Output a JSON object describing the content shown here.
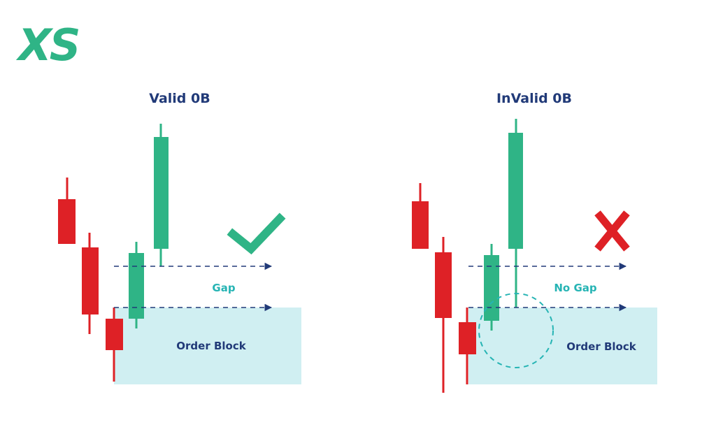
{
  "logo": {
    "text": "XS"
  },
  "colors": {
    "bullish": "#2fb486",
    "bearish": "#de2126",
    "order_block_fill": "#d0eff2",
    "arrow": "#213a78",
    "title": "#213a78",
    "gap_label": "#26b4b4",
    "logo": "#2fb486",
    "check": "#2fb486",
    "cross": "#de2126",
    "circle": "#26b4b4"
  },
  "panels": [
    {
      "title": "Valid 0B",
      "gap_label": "Gap",
      "block_label": "Order Block",
      "verdict": "check-icon"
    },
    {
      "title": "InValid 0B",
      "gap_label": "No Gap",
      "block_label": "Order Block",
      "verdict": "cross-icon"
    }
  ]
}
